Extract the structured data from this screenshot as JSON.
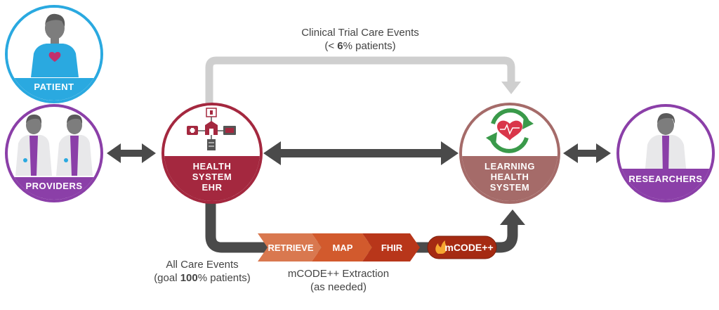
{
  "nodes": {
    "patient": {
      "label": "PATIENT",
      "color": "#2aa9e0"
    },
    "providers": {
      "label": "PROVIDERS",
      "color": "#8b3fa8"
    },
    "ehr": {
      "label_lines": [
        "HEALTH",
        "SYSTEM",
        "EHR"
      ],
      "color": "#a4283f"
    },
    "lhs": {
      "label_lines": [
        "LEARNING",
        "HEALTH",
        "SYSTEM"
      ],
      "color": "#a56b69"
    },
    "researchers": {
      "label": "RESEARCHERS",
      "color": "#8b3fa8"
    }
  },
  "annotations": {
    "clinical_trial": {
      "line1": "Clinical Trial Care Events",
      "line2_pre": "(< ",
      "line2_bold": "6",
      "line2_post": "% patients)"
    },
    "all_care": {
      "line1": "All Care Events",
      "line2_pre": "(goal ",
      "line2_bold": "100",
      "line2_post": "% patients)"
    },
    "extraction": {
      "line1": "mCODE++ Extraction",
      "line2": "(as needed)"
    }
  },
  "pipeline": {
    "steps": [
      {
        "label": "RETRIEVE",
        "color": "#d9784f"
      },
      {
        "label": "MAP",
        "color": "#d25a2d"
      },
      {
        "label": "FHIR",
        "color": "#b8361a"
      }
    ],
    "badge": {
      "label": "mCODE++",
      "color": "#a52a12"
    }
  },
  "colors": {
    "arrow_dark": "#4a4a4a",
    "arrow_light": "#cfcfcf"
  }
}
